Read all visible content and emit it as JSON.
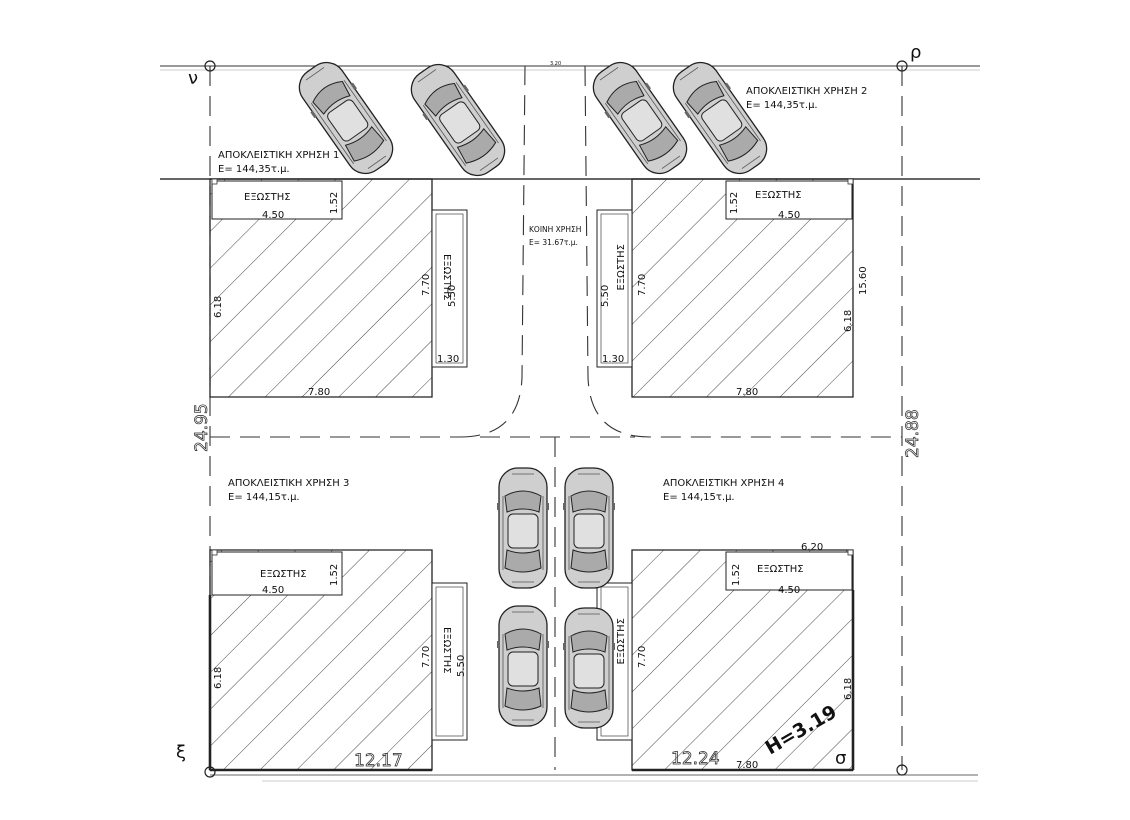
{
  "plots": [
    {
      "title": "ΑΠΟΚΛΕΙΣΤΙΚΗ ΧΡΗΣΗ 1",
      "area": "E= 144,35τ.μ."
    },
    {
      "title": "ΑΠΟΚΛΕΙΣΤΙΚΗ ΧΡΗΣΗ 2",
      "area": "E= 144,35τ.μ."
    },
    {
      "title": "ΑΠΟΚΛΕΙΣΤΙΚΗ ΧΡΗΣΗ 3",
      "area": "E= 144,15τ.μ."
    },
    {
      "title": "ΑΠΟΚΛΕΙΣΤΙΚΗ ΧΡΗΣΗ 4",
      "area": "E= 144,15τ.μ."
    }
  ],
  "common": {
    "title": "ΚΟΙΝΗ ΧΡΗΣΗ",
    "area": "E= 31.67τ.μ."
  },
  "terrace_label": "ΕΞΩΣΤΗΣ",
  "dims": {
    "top_small": "3.20",
    "terrace_w": "4.50",
    "terrace_d": "1.52",
    "house_w": "7.80",
    "house_d": "7.70",
    "side_d": "6.18",
    "balcony_len": "5.50",
    "balcony_w": "1.30",
    "right_len": "15.60",
    "lot4_top": "6.20",
    "left_total": "24.95",
    "right_total": "24.88",
    "bottom_left": "12.17",
    "bottom_right": "12.24"
  },
  "corners": {
    "top_left": "ν",
    "top_right": "ρ",
    "bottom_left": "ξ",
    "bottom_right": "σ"
  },
  "annotation": "H=3.19"
}
